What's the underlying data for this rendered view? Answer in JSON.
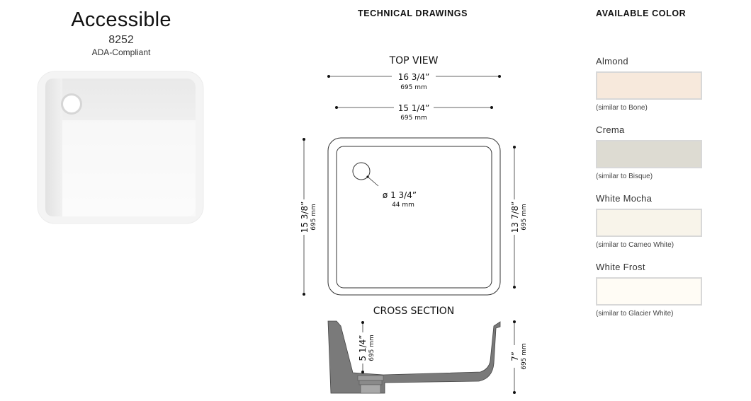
{
  "product": {
    "name": "Accessible",
    "code": "8252",
    "note": "ADA-Compliant"
  },
  "technical": {
    "heading": "TECHNICAL DRAWINGS",
    "top_view_label": "TOP VIEW",
    "cross_section_label": "CROSS SECTION",
    "dimensions": {
      "outer_width": "16 3/4”",
      "outer_width_mm": "695 mm",
      "inner_width": "15 1/4”",
      "inner_width_mm": "695 mm",
      "drain": "ø 1 3/4”",
      "drain_mm": "44 mm",
      "left_height": "15 3/8”",
      "left_height_mm": "695 mm",
      "right_height": "13 7/8”",
      "right_height_mm": "695 mm",
      "bowl_depth": "5 1/4”",
      "bowl_depth_mm": "695 mm",
      "total_depth": "7”",
      "total_depth_mm": "695 mm"
    }
  },
  "colors": {
    "heading": "AVAILABLE COLOR",
    "items": [
      {
        "name": "Almond",
        "hex": "#f7e9dc",
        "note": "(similar to Bone)"
      },
      {
        "name": "Crema",
        "hex": "#dddbd2",
        "note": "(similar to Bisque)"
      },
      {
        "name": "White Mocha",
        "hex": "#f8f4ea",
        "note": "(similar to Cameo White)"
      },
      {
        "name": "White Frost",
        "hex": "#fffcf5",
        "note": "(similar to Glacier White)"
      }
    ]
  }
}
